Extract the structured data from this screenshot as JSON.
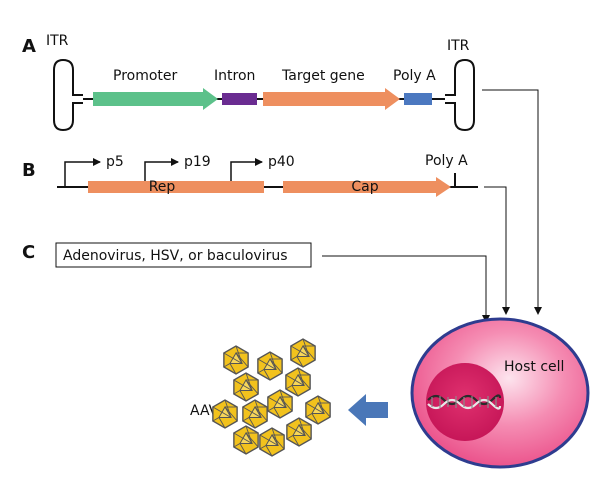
{
  "colors": {
    "promoter": "#5cc18a",
    "intron": "#6a2c91",
    "target_gene": "#ee8f5f",
    "poly_a": "#4b78c0",
    "rep_cap": "#ee8f5f",
    "cell_fill": "#ee4d88",
    "cell_border": "#2e3c8f",
    "nucleus": "#d51b62",
    "capsid_fill": "#f2c21d",
    "capsid_edge": "#555555",
    "arrow_fill": "#4a77b8"
  },
  "panel_a": {
    "letter": "A",
    "itr_left": "ITR",
    "itr_right": "ITR",
    "promoter": "Promoter",
    "intron": "Intron",
    "target_gene": "Target gene",
    "poly_a": "Poly A"
  },
  "panel_b": {
    "letter": "B",
    "p5": "p5",
    "p19": "p19",
    "p40": "p40",
    "poly_a": "Poly A",
    "rep": "Rep",
    "cap": "Cap"
  },
  "panel_c": {
    "letter": "C",
    "helper": "Adenovirus, HSV, or baculovirus"
  },
  "bottom": {
    "aav": "AAV",
    "host_cell": "Host cell"
  }
}
